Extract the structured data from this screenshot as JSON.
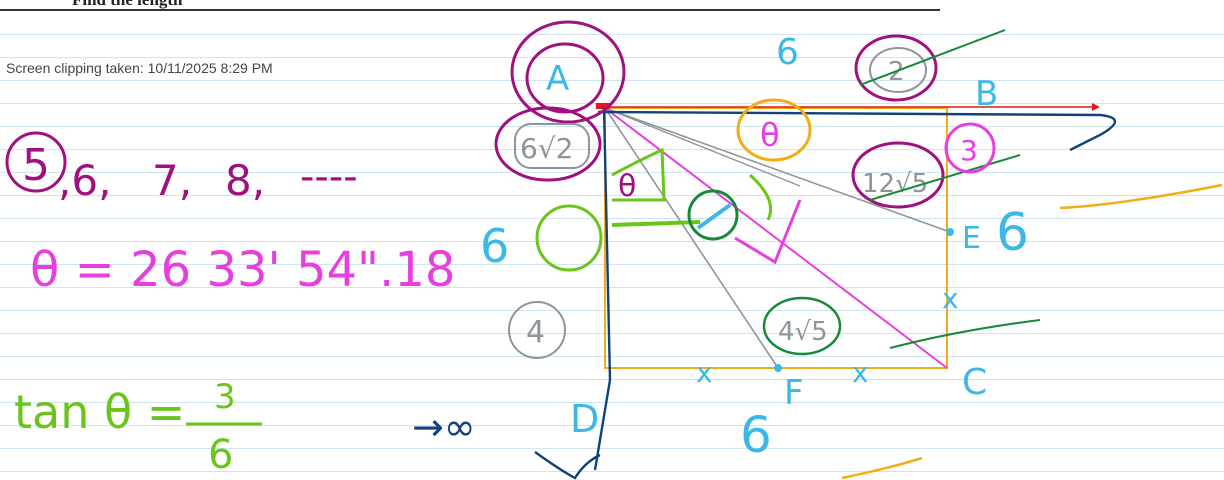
{
  "page": {
    "header_text": "Find the length",
    "caption": "Screen clipping taken: 10/11/2025 8:29 PM"
  },
  "notes": {
    "sequence": [
      "5",
      ",6,",
      "7,",
      "8,",
      "----"
    ],
    "theta_value": "θ = 26 33' 54\".18",
    "tan_label": "tan θ =",
    "tan_numerator": "3",
    "tan_denominator": "6",
    "arrow_glyph": "→∞"
  },
  "diagram": {
    "vertices": {
      "A": "A",
      "B": "B",
      "C": "C",
      "D": "D",
      "E": "E",
      "F": "F"
    },
    "lengths": {
      "ae": "12√5",
      "af": "4√5",
      "ac": "6√2",
      "top_segment": "2",
      "eb": "3",
      "side_left_small": "4"
    },
    "side_marks": {
      "top": "6",
      "left": "6",
      "right": "6",
      "bottom": "6"
    },
    "angle_mark": "θ",
    "angle_mark_small": "θ",
    "x_marks": [
      "x",
      "x",
      "x"
    ]
  },
  "colors": {
    "magenta": "#a0107e",
    "pink": "#e83ee0",
    "cyan": "#3cb8e8",
    "green_light": "#6ac51b",
    "green_dark": "#178a3a",
    "navy": "#12427c",
    "gray": "#8e959a",
    "orange": "#f2ac18",
    "red": "#e01a1a"
  }
}
